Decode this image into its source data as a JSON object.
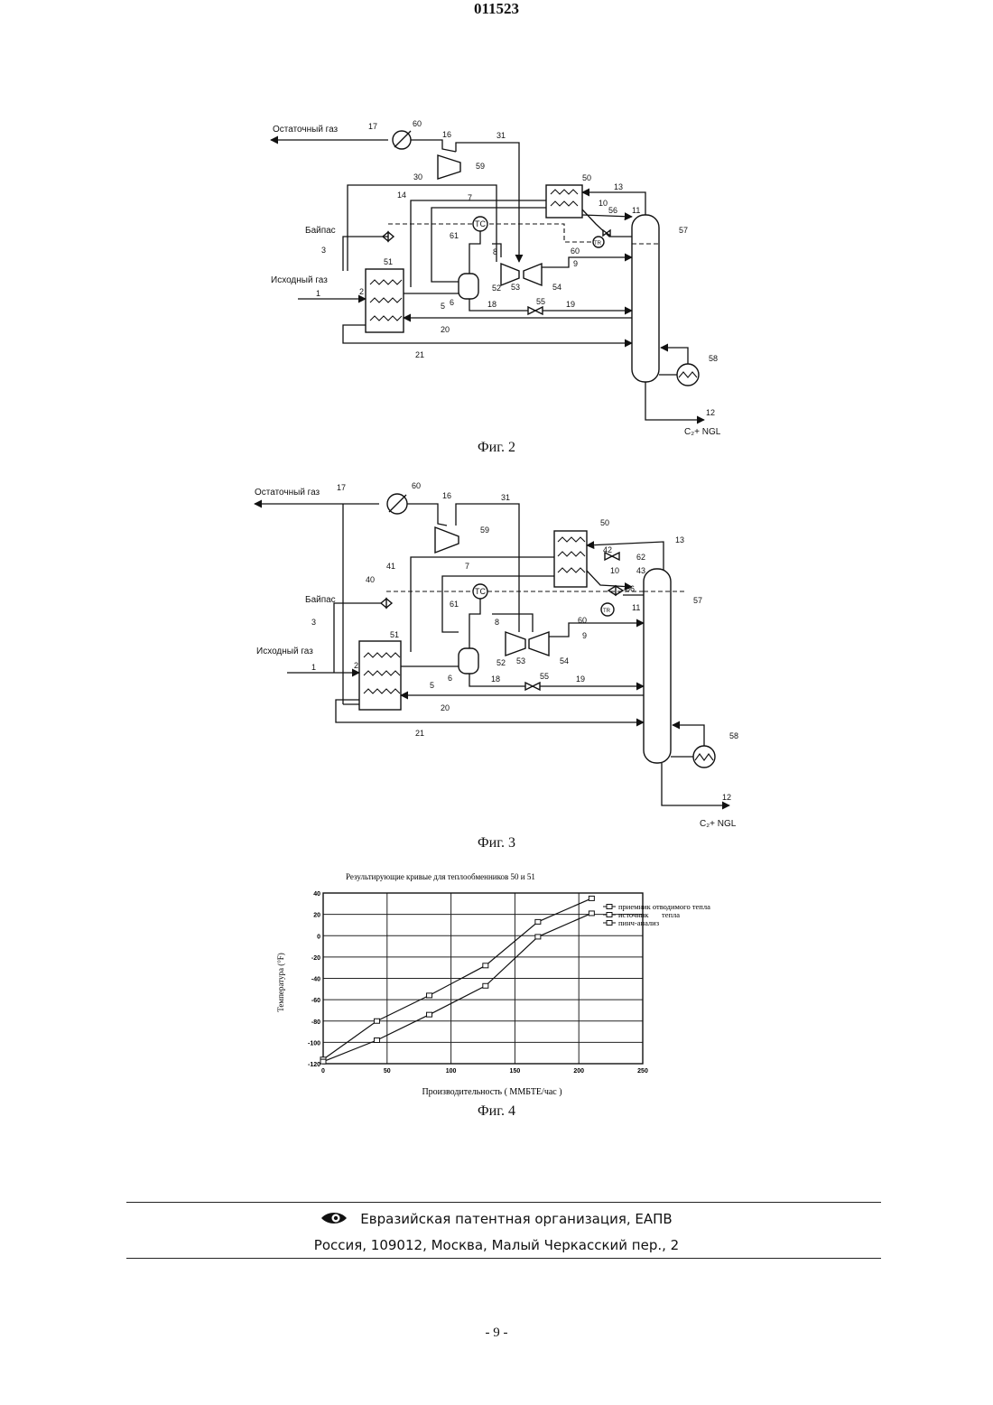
{
  "header": {
    "patent_number": "011523"
  },
  "fig2": {
    "caption": "Фиг. 2",
    "labels": {
      "residual_gas": "Остаточный газ",
      "bypass": "Байпас",
      "feed_gas": "Исходный газ",
      "tc": "TC",
      "tr": "TR",
      "product": "C₂+ NGL"
    },
    "numbers": {
      "n17": "17",
      "n60": "60",
      "n16": "16",
      "n31": "31",
      "n59": "59",
      "n30": "30",
      "n50": "50",
      "n13": "13",
      "n14": "14",
      "n7": "7",
      "n10": "10",
      "n56": "56",
      "n11": "11",
      "n61": "61",
      "n57": "57",
      "n3": "3",
      "n8": "8",
      "n60b": "60",
      "n9": "9",
      "n51": "51",
      "n1": "1",
      "n2": "2",
      "n52": "52",
      "n53": "53",
      "n54": "54",
      "n5": "5",
      "n6": "6",
      "n18": "18",
      "n55": "55",
      "n19": "19",
      "n20": "20",
      "n21": "21",
      "n58": "58",
      "n12": "12"
    }
  },
  "fig3": {
    "caption": "Фиг. 3",
    "labels": {
      "residual_gas": "Остаточный газ",
      "bypass": "Байпас",
      "feed_gas": "Исходный газ",
      "tc": "TC",
      "tr": "TR",
      "product": "C₂+ NGL"
    },
    "numbers": {
      "n17": "17",
      "n60": "60",
      "n16": "16",
      "n31": "31",
      "n59": "59",
      "n50": "50",
      "n13": "13",
      "n42": "42",
      "n62": "62",
      "n41": "41",
      "n7": "7",
      "n10": "10",
      "n43": "43",
      "n56": "56",
      "n40": "40",
      "n61": "61",
      "n57": "57",
      "n3": "3",
      "n11": "11",
      "n8": "8",
      "n60b": "60",
      "n9": "9",
      "n51": "51",
      "n1": "1",
      "n2": "2",
      "n52": "52",
      "n53": "53",
      "n54": "54",
      "n5": "5",
      "n6": "6",
      "n18": "18",
      "n55": "55",
      "n19": "19",
      "n20": "20",
      "n21": "21",
      "n58": "58",
      "n12": "12"
    }
  },
  "fig4": {
    "caption": "Фиг. 4",
    "chart_data": {
      "type": "line",
      "title": "Результирующие кривые для теплообменников 50 и 51",
      "xlabel": "Производительность ( ММБТЕ/час )",
      "ylabel": "Температура   (°F)",
      "xlim": [
        0,
        250
      ],
      "ylim": [
        -120,
        40
      ],
      "grid": true,
      "legend_position": "top-right",
      "x_ticks": [
        "0",
        "50",
        "100",
        "150",
        "200",
        "250"
      ],
      "y_ticks": [
        "40",
        "20",
        "0",
        "-20",
        "-40",
        "-60",
        "-80",
        "-100",
        "-120"
      ],
      "series": [
        {
          "name": "приемник отводимого тепла",
          "x": [
            0,
            42,
            83,
            127,
            168,
            210
          ],
          "y": [
            -116,
            -80,
            -56,
            -28,
            13,
            35
          ]
        },
        {
          "name": "источник",
          "x": [
            0,
            42,
            83,
            127,
            168,
            210
          ],
          "y": [
            -118,
            -98,
            -74,
            -47,
            -1,
            21
          ]
        },
        {
          "name": "пинч-анализ",
          "x": [],
          "y": []
        }
      ],
      "legend_extra": "тепла"
    }
  },
  "footer": {
    "organization": "Евразийская патентная организация, ЕАПВ",
    "address": "Россия, 109012, Москва, Малый Черкасский пер., 2",
    "page_number": "- 9 -"
  }
}
